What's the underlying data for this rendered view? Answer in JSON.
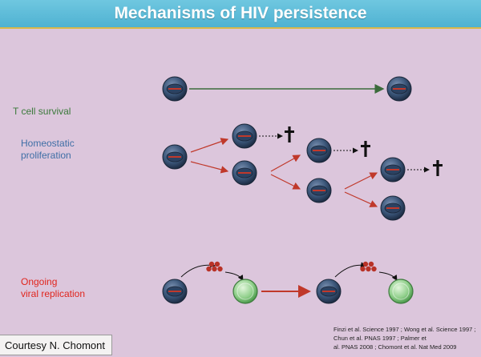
{
  "slide": {
    "title": "Mechanisms of HIV persistence",
    "labels": {
      "t_cell_survival": "T cell survival",
      "homeostatic_1": "Homeostatic",
      "homeostatic_2": "proliferation",
      "ongoing_1": "Ongoing",
      "ongoing_2": "viral replication"
    },
    "references_1": "Finzi et al. Science 1997 ; Wong et al. Science 1997 ; Chun et al. PNAS 1997 ; Palmer et",
    "references_2": "al. PNAS 2008 ; Chomont et al. Nat Med 2009",
    "courtesy": "Courtesy N. Chomont",
    "colors": {
      "title_bar": "#5bbbd9",
      "background": "#dcc6dc",
      "survival_text": "#3b7a3b",
      "homeostatic_text": "#3f6fa6",
      "viral_text": "#e0251d",
      "cell": "#3a5578",
      "infected_cell": "#8fcf8a",
      "virus": "#c0392b"
    },
    "icons": [
      "t-cell-icon",
      "death-cross-icon",
      "infected-cell-icon",
      "virus-cluster-icon"
    ]
  }
}
